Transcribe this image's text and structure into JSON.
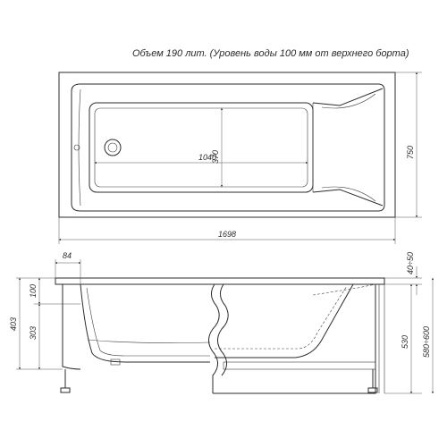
{
  "caption": "Объем 190 лит. (Уровень воды 100 мм от верхнего борта)",
  "top_view": {
    "width": "750",
    "length": "1698",
    "inner_width": "370",
    "inner_length": "1040"
  },
  "side_view": {
    "drain_offset": "84",
    "depth": "403",
    "rim": "100",
    "bottom": "303",
    "panel_gap": "40÷50",
    "panel_height": "530",
    "foot_range": "580÷600"
  }
}
